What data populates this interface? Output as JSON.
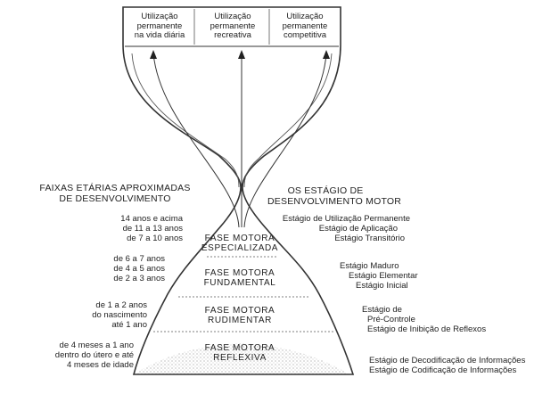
{
  "top_uses": [
    {
      "line1": "Utilização",
      "line2": "permanente",
      "line3": "na vida diária"
    },
    {
      "line1": "Utilização",
      "line2": "permanente",
      "line3": "recreativa"
    },
    {
      "line1": "Utilização",
      "line2": "permanente",
      "line3": "competitiva"
    }
  ],
  "left_header": {
    "line1": "FAIXAS ETÁRIAS APROXIMADAS",
    "line2": "DE DESENVOLVIMENTO"
  },
  "right_header": {
    "line1": "OS ESTÁGIO DE",
    "line2": "DESENVOLVIMENTO MOTOR"
  },
  "phases": [
    {
      "line1": "FASE MOTORA",
      "line2": "ESPECIALIZADA"
    },
    {
      "line1": "FASE MOTORA",
      "line2": "FUNDAMENTAL"
    },
    {
      "line1": "FASE MOTORA",
      "line2": "RUDIMENTAR"
    },
    {
      "line1": "FASE MOTORA",
      "line2": "REFLEXIVA"
    }
  ],
  "ages": [
    [
      "14 anos e acima",
      "de 11 a 13 anos",
      "de 7 a 10 anos"
    ],
    [
      "de 6 a 7 anos",
      "de 4 a 5 anos",
      "de 2 a 3 anos"
    ],
    [
      "de 1 a 2 anos",
      "do nascimento",
      "até 1 ano"
    ],
    [
      "de 4 meses a 1 ano",
      "dentro do útero e até",
      "4 meses de idade"
    ]
  ],
  "stages": [
    [
      "Estágio de Utilização Permanente",
      "Estágio de Aplicação",
      "Estágio Transitório"
    ],
    [
      "Estágio Maduro",
      "Estágio Elementar",
      "Estágio Inicial"
    ],
    [
      "Estágio de",
      "Pré-Controle",
      "Estágio de Inibição de Reflexos"
    ],
    [
      "Estágio de Decodificação de Informações",
      "Estágio de Codificação de Informações"
    ]
  ]
}
